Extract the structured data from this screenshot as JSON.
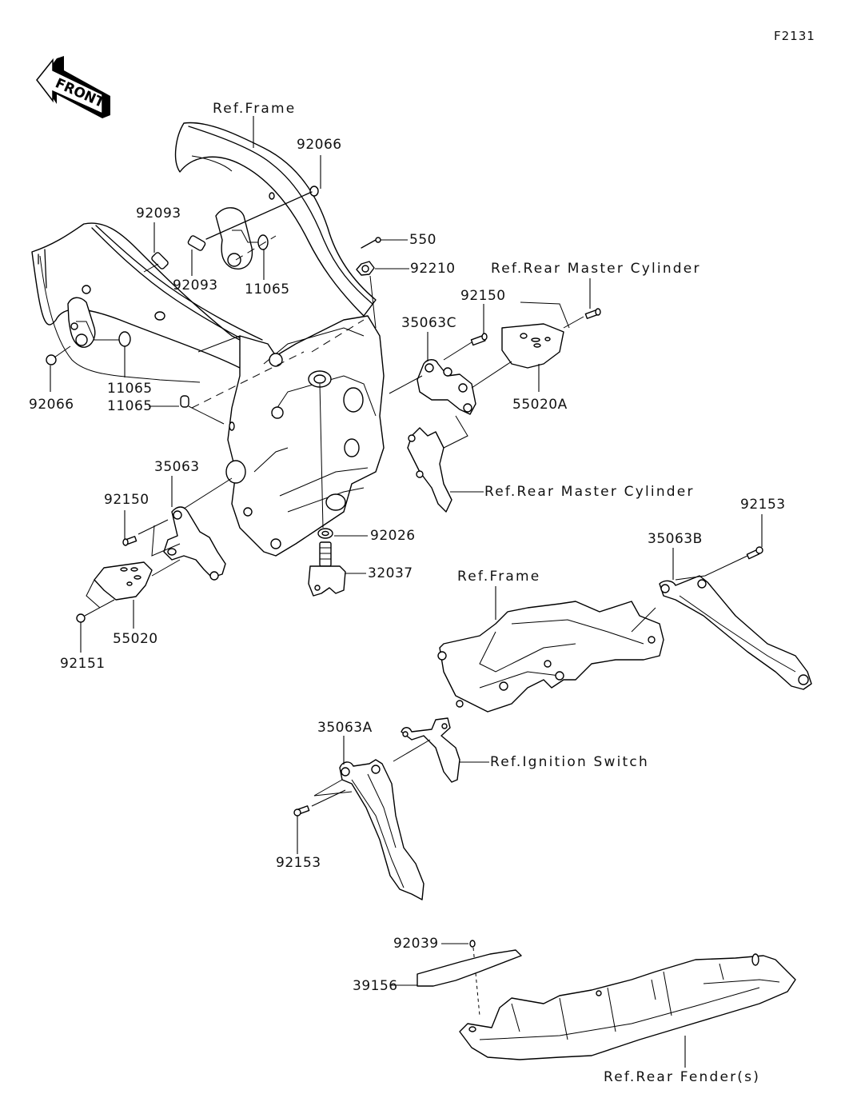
{
  "diagram": {
    "figure_code": "F2131",
    "direction_marker": {
      "text": "FRONT",
      "icon": "front-arrow-icon"
    },
    "callouts": {
      "ref_frame_top": "Ref.Frame",
      "ref_frame_lower": "Ref.Frame",
      "ref_rear_master_cylinder_top": "Ref.Rear Master Cylinder",
      "ref_rear_master_cylinder_mid": "Ref.Rear Master Cylinder",
      "ref_ignition_switch": "Ref.Ignition Switch",
      "ref_rear_fenders": "Ref.Rear Fender(s)",
      "p92066_top": "92066",
      "p92066_left": "92066",
      "p92093_left": "92093",
      "p92093_mid": "92093",
      "p11065_top": "11065",
      "p11065_left_a": "11065",
      "p11065_left_b": "11065",
      "p550": "550",
      "p92210": "92210",
      "p92150_right": "92150",
      "p35063C": "35063C",
      "p55020A": "55020A",
      "p35063": "35063",
      "p92150_left": "92150",
      "p55020": "55020",
      "p92151": "92151",
      "p92026": "92026",
      "p32037": "32037",
      "p92153_right": "92153",
      "p35063B": "35063B",
      "p35063A": "35063A",
      "p92153_left": "92153",
      "p92039": "92039",
      "p39156": "39156"
    }
  }
}
